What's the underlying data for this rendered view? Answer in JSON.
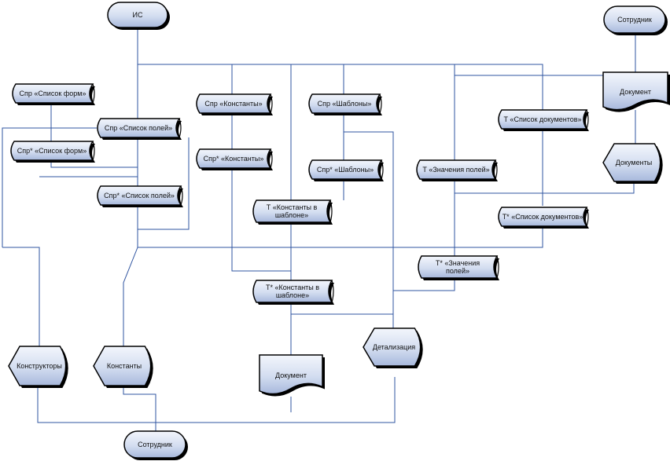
{
  "colors": {
    "connector": "#2f54a0",
    "node_light": "#eef2fb",
    "node_dark": "#a9b9dc",
    "outline": "#000000"
  },
  "nodes": [
    {
      "id": "is",
      "shape": "terminator",
      "lines": [
        "ИС"
      ]
    },
    {
      "id": "employee-top",
      "shape": "terminator",
      "lines": [
        "Сотрудник"
      ]
    },
    {
      "id": "spr-forms",
      "shape": "storage",
      "lines": [
        "Спр «Список форм»"
      ]
    },
    {
      "id": "spr-fields",
      "shape": "storage",
      "lines": [
        "Спр «Список полей»"
      ]
    },
    {
      "id": "sprx-forms",
      "shape": "storage",
      "lines": [
        "Спр* «Список форм»"
      ]
    },
    {
      "id": "sprx-fields",
      "shape": "storage",
      "lines": [
        "Спр* «Список полей»"
      ]
    },
    {
      "id": "spr-const",
      "shape": "storage",
      "lines": [
        "Спр «Константы»"
      ]
    },
    {
      "id": "sprx-const",
      "shape": "storage",
      "lines": [
        "Спр* «Константы»"
      ]
    },
    {
      "id": "spr-templates",
      "shape": "storage",
      "lines": [
        "Спр «Шаблоны»"
      ]
    },
    {
      "id": "sprx-templates",
      "shape": "storage",
      "lines": [
        "Спр* «Шаблоны»"
      ]
    },
    {
      "id": "t-const-tpl",
      "shape": "storage",
      "lines": [
        "Т «Константы в",
        "шаблоне»"
      ]
    },
    {
      "id": "tx-const-tpl",
      "shape": "storage",
      "lines": [
        "Т* «Константы в",
        "шаблоне»"
      ]
    },
    {
      "id": "t-doc-list",
      "shape": "storage",
      "lines": [
        "Т «Список документов»"
      ]
    },
    {
      "id": "t-field-values",
      "shape": "storage",
      "lines": [
        "Т «Значения полей»"
      ]
    },
    {
      "id": "tx-doc-list",
      "shape": "storage",
      "lines": [
        "Т* «Список документов»"
      ]
    },
    {
      "id": "tx-field-values",
      "shape": "storage",
      "lines": [
        "Т* «Значения",
        "полей»"
      ]
    },
    {
      "id": "doc-right",
      "shape": "document",
      "lines": [
        "Документ"
      ]
    },
    {
      "id": "docs-right",
      "shape": "display",
      "lines": [
        "Документы"
      ]
    },
    {
      "id": "constructors",
      "shape": "display",
      "lines": [
        "Конструкторы"
      ]
    },
    {
      "id": "constants",
      "shape": "display",
      "lines": [
        "Константы"
      ]
    },
    {
      "id": "doc-center",
      "shape": "document",
      "lines": [
        "Документ"
      ]
    },
    {
      "id": "detail",
      "shape": "display",
      "lines": [
        "Детализация"
      ]
    },
    {
      "id": "employee-bottom",
      "shape": "terminator",
      "lines": [
        "Сотрудник"
      ]
    }
  ]
}
